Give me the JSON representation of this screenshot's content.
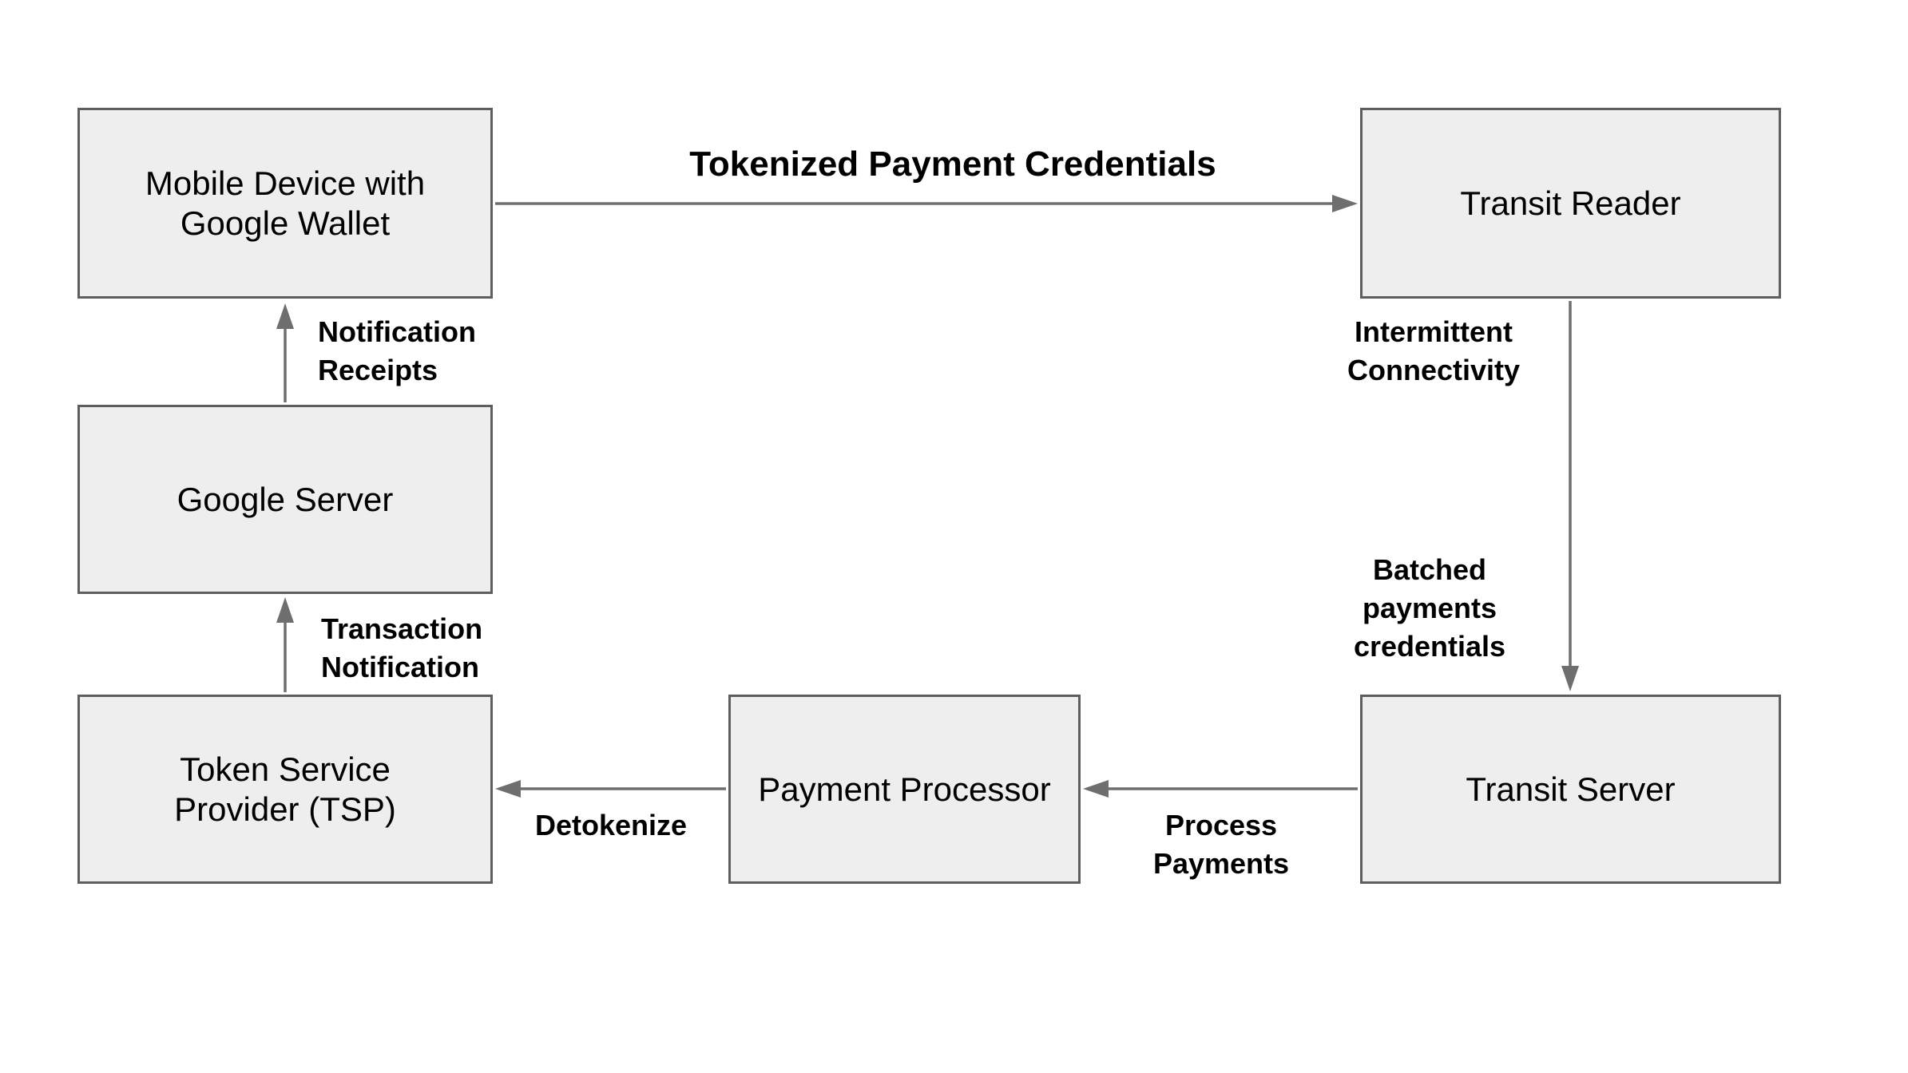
{
  "diagram": {
    "type": "flowchart",
    "nodes": [
      {
        "id": "mobile",
        "label": "Mobile Device with\nGoogle Wallet"
      },
      {
        "id": "transit_reader",
        "label": "Transit Reader"
      },
      {
        "id": "google_server",
        "label": "Google Server"
      },
      {
        "id": "tsp",
        "label": "Token Service\nProvider (TSP)"
      },
      {
        "id": "payment_processor",
        "label": "Payment Processor"
      },
      {
        "id": "transit_server",
        "label": "Transit Server"
      }
    ],
    "edges": [
      {
        "from": "mobile",
        "to": "transit_reader",
        "label": "Tokenized Payment Credentials"
      },
      {
        "from": "transit_reader",
        "to": "transit_server",
        "label": "Intermittent\nConnectivity",
        "label2": "Batched\npayments\ncredentials"
      },
      {
        "from": "transit_server",
        "to": "payment_processor",
        "label": "Process\nPayments"
      },
      {
        "from": "payment_processor",
        "to": "tsp",
        "label": "Detokenize"
      },
      {
        "from": "tsp",
        "to": "google_server",
        "label": "Transaction\nNotification"
      },
      {
        "from": "google_server",
        "to": "mobile",
        "label": "Notification\nReceipts"
      }
    ],
    "colors": {
      "background": "#ffffff",
      "node_fill": "#eeeeee",
      "node_border": "#5e5e5e",
      "arrow": "#6e6e6e",
      "text": "#000000"
    }
  }
}
